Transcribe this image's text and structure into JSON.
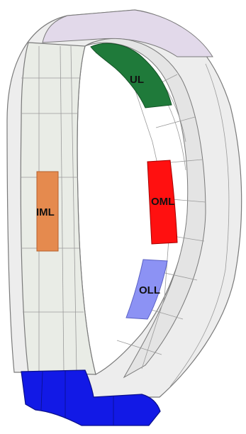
{
  "labels": {
    "ul": "UL",
    "iml": "IML",
    "oml": "OML",
    "oll": "OLL"
  },
  "colors": {
    "background": "#ffffff",
    "shell_fill": "#eeeeee",
    "shell_top": "#e2d9ea",
    "outline": "#7a7a7a",
    "grid": "#9a9a9a",
    "ul_fill": "#1f7a3a",
    "iml_fill": "#e58a4e",
    "oml_fill": "#ff1010",
    "oll_fill": "#8c92f4",
    "base_fill": "#1219e6"
  }
}
